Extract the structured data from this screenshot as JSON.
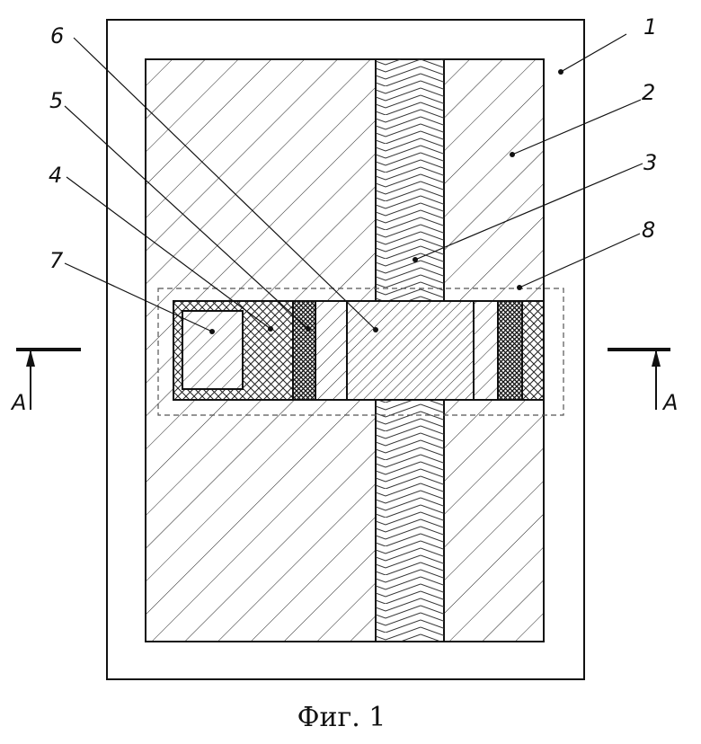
{
  "figure": {
    "caption": "Фиг. 1",
    "section_mark": "A",
    "labels": [
      "1",
      "2",
      "3",
      "4",
      "5",
      "6",
      "7",
      "8"
    ]
  },
  "colors": {
    "line": "#111111",
    "background": "#ffffff"
  }
}
